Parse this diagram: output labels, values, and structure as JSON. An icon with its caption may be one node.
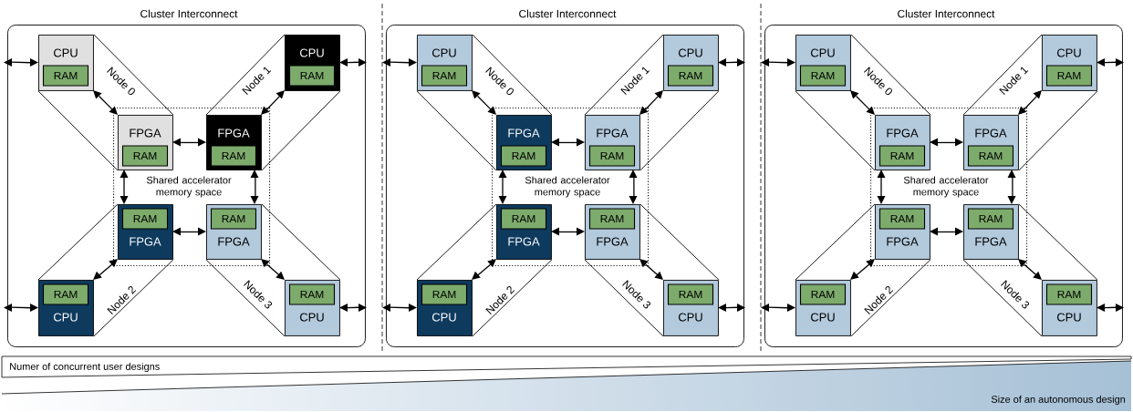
{
  "diagram": {
    "nodes": [
      {
        "text": [
          "Cluster Interconnect"
        ]
      },
      {
        "text": [
          "Shared accelerator memory space"
        ],
        "in": 0
      },
      {
        "text": [
          "CPU"
        ],
        "in": 0
      },
      {
        "text": [
          "RAM"
        ],
        "in": 2
      },
      {
        "text": [
          "FPGA"
        ],
        "in": 1
      },
      {
        "text": [
          "RAM"
        ],
        "in": 4
      },
      {
        "text": [
          "CPU"
        ],
        "in": 0
      },
      {
        "text": [
          "RAM"
        ],
        "in": 6
      },
      {
        "text": [
          "FPGA"
        ],
        "in": 1
      },
      {
        "text": [
          "RAM"
        ],
        "in": 8
      },
      {
        "text": [
          "CPU"
        ],
        "in": 0
      },
      {
        "text": [
          "RAM"
        ],
        "in": 10
      },
      {
        "text": [
          "FPGA"
        ],
        "in": 1
      },
      {
        "text": [
          "RAM"
        ],
        "in": 12
      },
      {
        "text": [
          "CPU"
        ],
        "in": 0
      },
      {
        "text": [
          "RAM"
        ],
        "in": 14
      },
      {
        "text": [
          "FPGA"
        ],
        "in": 1
      },
      {
        "text": [
          "RAM"
        ],
        "in": 16
      },
      {
        "text": [
          "Cluster Interconnect"
        ]
      },
      {
        "text": [
          "Shared accelerator memory space"
        ],
        "in": 18
      },
      {
        "text": [
          "CPU"
        ],
        "in": 18
      },
      {
        "text": [
          "RAM"
        ],
        "in": 20
      },
      {
        "text": [
          "FPGA"
        ],
        "in": 19
      },
      {
        "text": [
          "RAM"
        ],
        "in": 22
      },
      {
        "text": [
          "CPU"
        ],
        "in": 18
      },
      {
        "text": [
          "RAM"
        ],
        "in": 24
      },
      {
        "text": [
          "FPGA"
        ],
        "in": 19
      },
      {
        "text": [
          "RAM"
        ],
        "in": 26
      },
      {
        "text": [
          "CPU"
        ],
        "in": 18
      },
      {
        "text": [
          "RAM"
        ],
        "in": 28
      },
      {
        "text": [
          "FPGA"
        ],
        "in": 19
      },
      {
        "text": [
          "RAM"
        ],
        "in": 30
      },
      {
        "text": [
          "CPU"
        ],
        "in": 18
      },
      {
        "text": [
          "RAM"
        ],
        "in": 32
      },
      {
        "text": [
          "FPGA"
        ],
        "in": 19
      },
      {
        "text": [
          "RAM"
        ],
        "in": 34
      },
      {
        "text": [
          "Cluster Interconnect"
        ]
      },
      {
        "text": [
          "Shared accelerator memory space"
        ],
        "in": 36
      },
      {
        "text": [
          "CPU"
        ],
        "in": 36
      },
      {
        "text": [
          "RAM"
        ],
        "in": 38
      },
      {
        "text": [
          "FPGA"
        ],
        "in": 37
      },
      {
        "text": [
          "RAM"
        ],
        "in": 40
      },
      {
        "text": [
          "CPU"
        ],
        "in": 36
      },
      {
        "text": [
          "RAM"
        ],
        "in": 42
      },
      {
        "text": [
          "FPGA"
        ],
        "in": 37
      },
      {
        "text": [
          "RAM"
        ],
        "in": 44
      },
      {
        "text": [
          "CPU"
        ],
        "in": 36
      },
      {
        "text": [
          "RAM"
        ],
        "in": 46
      },
      {
        "text": [
          "FPGA"
        ],
        "in": 37
      },
      {
        "text": [
          "RAM"
        ],
        "in": 48
      },
      {
        "text": [
          "CPU"
        ],
        "in": 36
      },
      {
        "text": [
          "RAM"
        ],
        "in": 50
      },
      {
        "text": [
          "FPGA"
        ],
        "in": 37
      },
      {
        "text": [
          "RAM"
        ],
        "in": 52
      },
      {
        "text": [
          "Numer of concurrent user designs"
        ]
      },
      {
        "text": [
          "Size of an autonomous design"
        ]
      }
    ],
    "edges": [
      {
        "from": 2,
        "to": 4,
        "arrow": "both"
      },
      {
        "from": 6,
        "to": 8,
        "arrow": "both"
      },
      {
        "from": 10,
        "to": 12,
        "arrow": "both"
      },
      {
        "from": 14,
        "to": 16,
        "arrow": "both"
      },
      {
        "from": 4,
        "to": 8,
        "arrow": "both"
      },
      {
        "from": 12,
        "to": 16,
        "arrow": "both"
      },
      {
        "from": 4,
        "to": 12,
        "arrow": "both"
      },
      {
        "from": 8,
        "to": 16,
        "arrow": "both"
      },
      {
        "from": null,
        "to": 2,
        "arrow": "both"
      },
      {
        "from": null,
        "to": 6,
        "arrow": "both"
      },
      {
        "from": null,
        "to": 10,
        "arrow": "both"
      },
      {
        "from": null,
        "to": 14,
        "arrow": "both"
      },
      {
        "from": 20,
        "to": 22,
        "arrow": "both"
      },
      {
        "from": 24,
        "to": 26,
        "arrow": "both"
      },
      {
        "from": 28,
        "to": 30,
        "arrow": "both"
      },
      {
        "from": 32,
        "to": 34,
        "arrow": "both"
      },
      {
        "from": 22,
        "to": 26,
        "arrow": "both"
      },
      {
        "from": 30,
        "to": 34,
        "arrow": "both"
      },
      {
        "from": 22,
        "to": 30,
        "arrow": "both"
      },
      {
        "from": 26,
        "to": 34,
        "arrow": "both"
      },
      {
        "from": null,
        "to": 20,
        "arrow": "both"
      },
      {
        "from": null,
        "to": 24,
        "arrow": "both"
      },
      {
        "from": null,
        "to": 28,
        "arrow": "both"
      },
      {
        "from": null,
        "to": 32,
        "arrow": "both"
      },
      {
        "from": 38,
        "to": 40,
        "arrow": "both"
      },
      {
        "from": 42,
        "to": 44,
        "arrow": "both"
      },
      {
        "from": 46,
        "to": 48,
        "arrow": "both"
      },
      {
        "from": 50,
        "to": 52,
        "arrow": "both"
      },
      {
        "from": 40,
        "to": 44,
        "arrow": "both"
      },
      {
        "from": 48,
        "to": 52,
        "arrow": "both"
      },
      {
        "from": 40,
        "to": 48,
        "arrow": "both"
      },
      {
        "from": 44,
        "to": 52,
        "arrow": "both"
      },
      {
        "from": null,
        "to": 38,
        "arrow": "both"
      },
      {
        "from": null,
        "to": 42,
        "arrow": "both"
      },
      {
        "from": null,
        "to": 46,
        "arrow": "both"
      },
      {
        "from": null,
        "to": 50,
        "arrow": "both"
      },
      {
        "from": 2,
        "to": 4,
        "arrow": "none"
      },
      {
        "from": 2,
        "to": 4,
        "arrow": "none"
      },
      {
        "from": 6,
        "to": 8,
        "arrow": "none"
      },
      {
        "from": 6,
        "to": 8,
        "arrow": "none"
      },
      {
        "from": 10,
        "to": 12,
        "arrow": "none"
      },
      {
        "from": 10,
        "to": 12,
        "arrow": "none"
      },
      {
        "from": 14,
        "to": 16,
        "arrow": "none"
      },
      {
        "from": 14,
        "to": 16,
        "arrow": "none"
      },
      {
        "from": 20,
        "to": 22,
        "arrow": "none"
      },
      {
        "from": 20,
        "to": 22,
        "arrow": "none"
      },
      {
        "from": 24,
        "to": 26,
        "arrow": "none"
      },
      {
        "from": 24,
        "to": 26,
        "arrow": "none"
      },
      {
        "from": 28,
        "to": 30,
        "arrow": "none"
      },
      {
        "from": 28,
        "to": 30,
        "arrow": "none"
      },
      {
        "from": 32,
        "to": 34,
        "arrow": "none"
      },
      {
        "from": 32,
        "to": 34,
        "arrow": "none"
      },
      {
        "from": 38,
        "to": 40,
        "arrow": "none"
      },
      {
        "from": 38,
        "to": 40,
        "arrow": "none"
      },
      {
        "from": 42,
        "to": 44,
        "arrow": "none"
      },
      {
        "from": 42,
        "to": 44,
        "arrow": "none"
      },
      {
        "from": 46,
        "to": 48,
        "arrow": "none"
      },
      {
        "from": 46,
        "to": 48,
        "arrow": "none"
      },
      {
        "from": 50,
        "to": 52,
        "arrow": "none"
      },
      {
        "from": 50,
        "to": 52,
        "arrow": "none"
      }
    ],
    "labels": [
      "Node 0",
      "Node 1",
      "Node 2",
      "Node 3",
      "Node 0",
      "Node 1",
      "Node 2",
      "Node 3",
      "Node 0",
      "Node 1",
      "Node 2",
      "Node 3"
    ]
  }
}
